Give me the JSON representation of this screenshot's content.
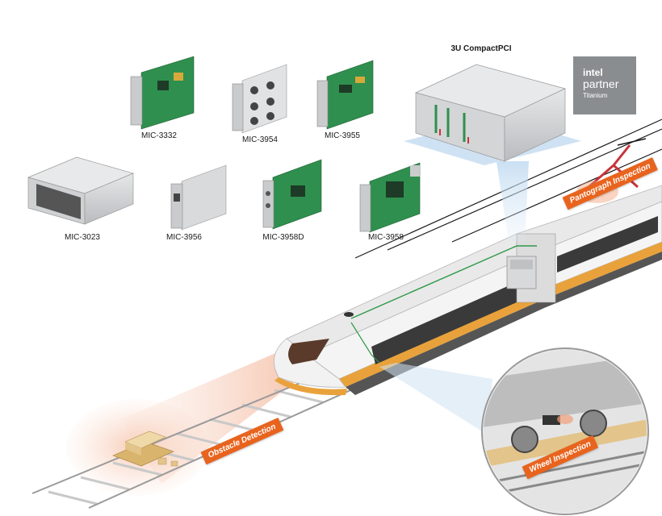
{
  "cards": {
    "mic3332": "MIC-3332",
    "mic3954": "MIC-3954",
    "mic3955": "MIC-3955",
    "mic3023": "MIC-3023",
    "mic3956": "MIC-3956",
    "mic3958d": "MIC-3958D",
    "mic3958": "MIC-3958"
  },
  "chassis_title": "3U CompactPCI",
  "badge": {
    "brand": "intel",
    "word": "partner",
    "tier": "Titanium"
  },
  "callouts": {
    "pantograph": "Pantograph Inspection",
    "obstacle": "Obstacle Detection",
    "wheel": "Wheel Inspection"
  },
  "colors": {
    "accent": "#e8641e",
    "train_body": "#f2f2f2",
    "train_stripe": "#e9a23b",
    "pcb_green": "#2f8f4e",
    "badge_gray": "#8a8d90"
  }
}
